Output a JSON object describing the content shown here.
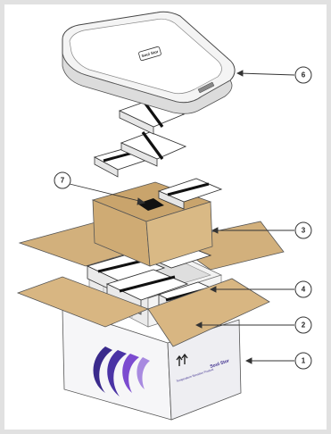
{
  "diagram": {
    "brand": "Soul Stor",
    "box_label": "Temperature Sensitive Product",
    "callouts": [
      {
        "id": "lid",
        "label": "6"
      },
      {
        "id": "sensor",
        "label": "7"
      },
      {
        "id": "inner-carton",
        "label": "3"
      },
      {
        "id": "refrigerant-packs",
        "label": "4"
      },
      {
        "id": "insulated-liner",
        "label": "2"
      },
      {
        "id": "outer-box",
        "label": "1"
      }
    ],
    "colors": {
      "cardboard": "#d2b07c",
      "cardboard_dark": "#b8955e",
      "outline": "#444444",
      "gel_band": "#111111",
      "brand_purple": "#3a2a8c",
      "brand_violet": "#7c4bd0",
      "background": "#e1e1e1"
    }
  }
}
